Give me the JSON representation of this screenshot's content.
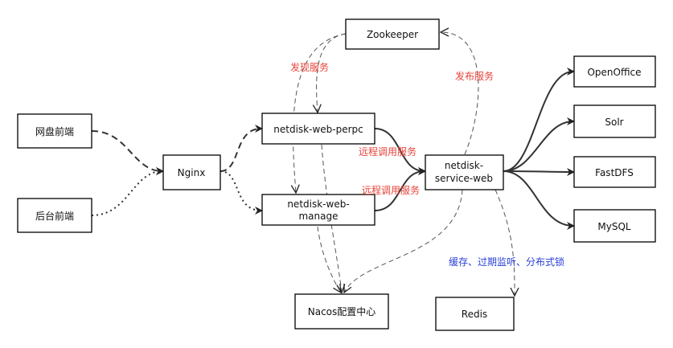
{
  "nodes": {
    "wangpan": "网盘前端",
    "houtai": "后台前端",
    "nginx": "Nginx",
    "perpc": "netdisk-web-perpc",
    "manage_l1": "netdisk-web-",
    "manage_l2": "manage",
    "service_l1": "netdisk-",
    "service_l2": "service-web",
    "zookeeper": "Zookeeper",
    "nacos": "Nacos配置中心",
    "redis": "Redis",
    "openoffice": "OpenOffice",
    "solr": "Solr",
    "fastdfs": "FastDFS",
    "mysql": "MySQL"
  },
  "labels": {
    "discover": "发现服务",
    "publish": "发布服务",
    "rpc1": "远程调用服务",
    "rpc2": "远程调用服务",
    "cache": "缓存、过期监听、分布式锁"
  },
  "colors": {
    "label_red": "#e8433a",
    "label_blue": "#2a3fd6",
    "line": "#333333"
  }
}
